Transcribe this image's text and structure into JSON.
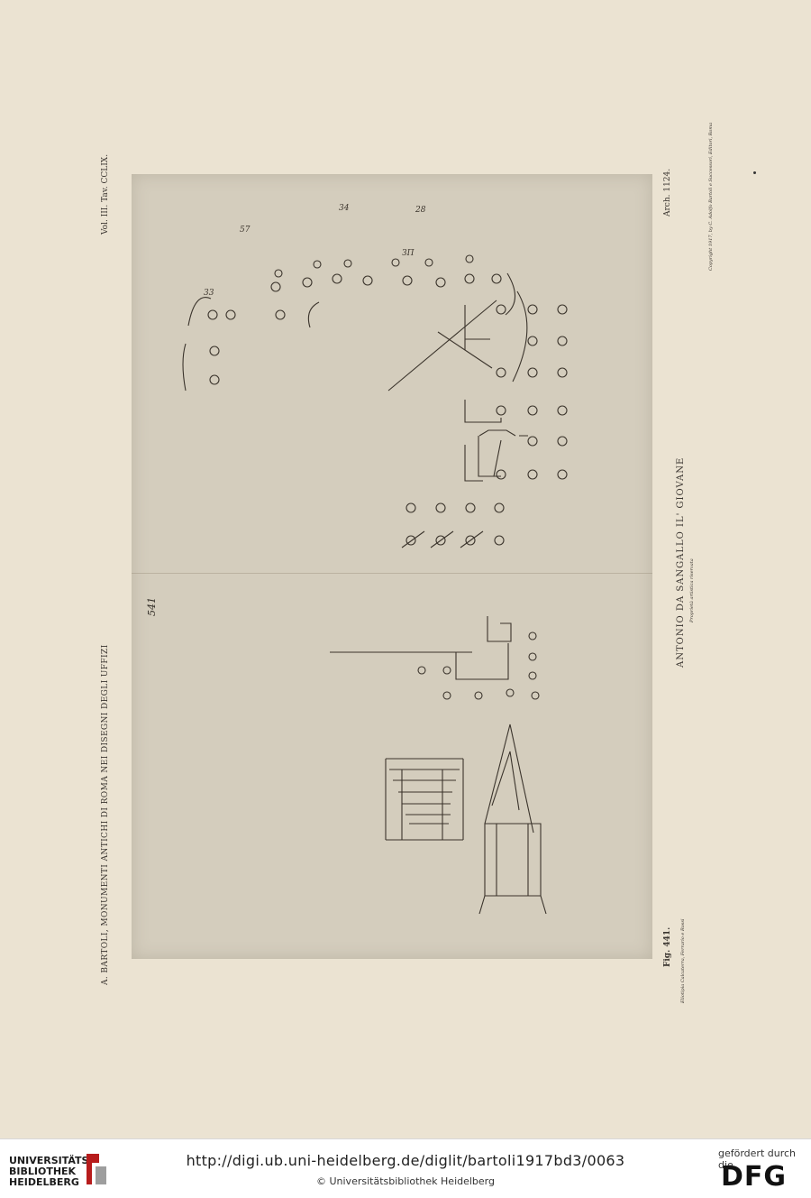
{
  "plate": {
    "header": "Vol. III. Tav. CCLIX.",
    "series": "A. BARTOLI, MONUMENTI ANTICHI DI ROMA NEI DISEGNI DEGLI UFFIZI",
    "artist": "ANTONIO DA SANGALLO IL' GIOVANE",
    "subtitle": "Proprietà artistica riservata",
    "archive": "Arch. 1124.",
    "figure": "Fig. 441.",
    "printer": "Eliotipia Calcaterra, Ferrario e Rossi",
    "copyright_note": "Copyright 1917, by C. Adolfo Bartoli e Successori, Editori, Roma",
    "sketch_page_number": "541"
  },
  "footer": {
    "logo_lines": [
      "UNIVERSITÄTS-",
      "BIBLIOTHEK",
      "HEIDELBERG"
    ],
    "url": "http://digi.ub.uni-heidelberg.de/diglit/bartoli1917bd3/0063",
    "copyright": "© Universitätsbibliothek Heidelberg",
    "funded_by": "gefördert durch die",
    "dfg": "DFG"
  }
}
